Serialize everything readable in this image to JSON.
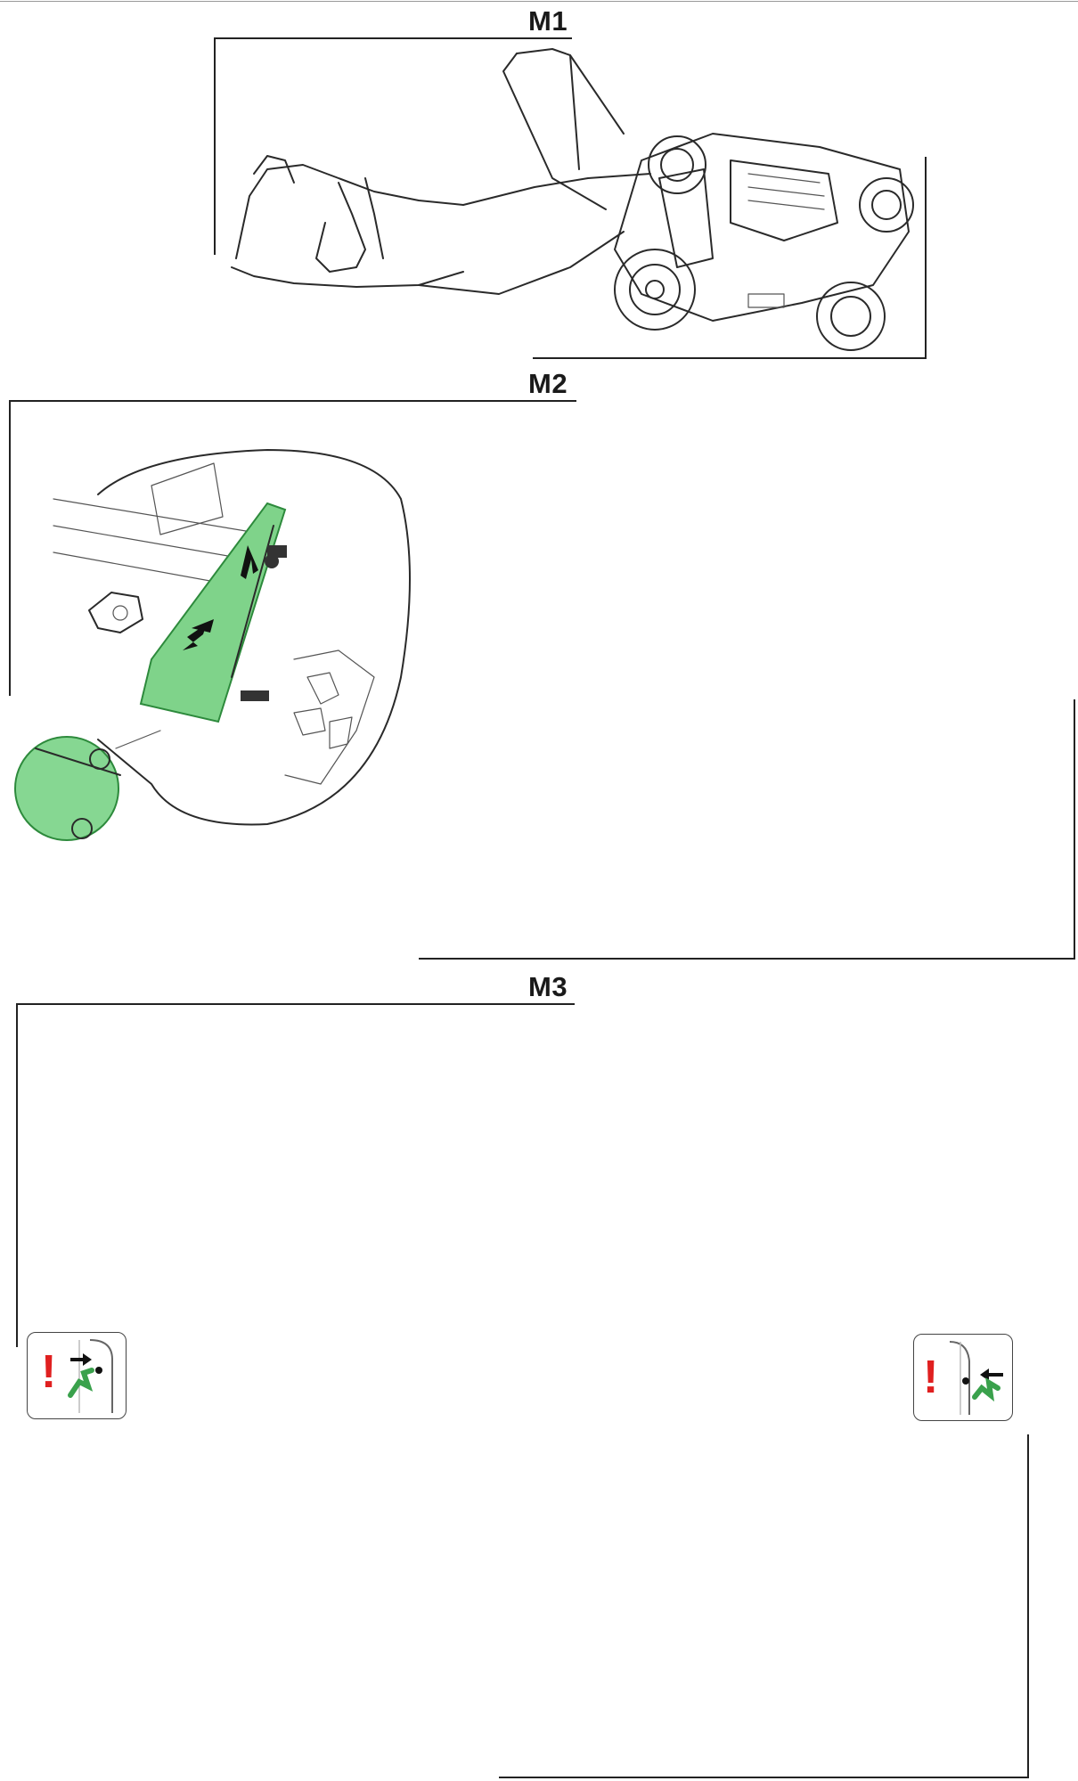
{
  "sections": {
    "m1": {
      "label": "M1"
    },
    "m2": {
      "label": "M2"
    },
    "m3": {
      "label": "M3"
    }
  },
  "warning_icons": {
    "left": {
      "mark": "!",
      "icon": "warning-plug-icon"
    },
    "right": {
      "mark": "!",
      "icon": "warning-plug-icon"
    }
  },
  "colors": {
    "highlight_green": "#7fd38a",
    "warning_red": "#e02020"
  }
}
